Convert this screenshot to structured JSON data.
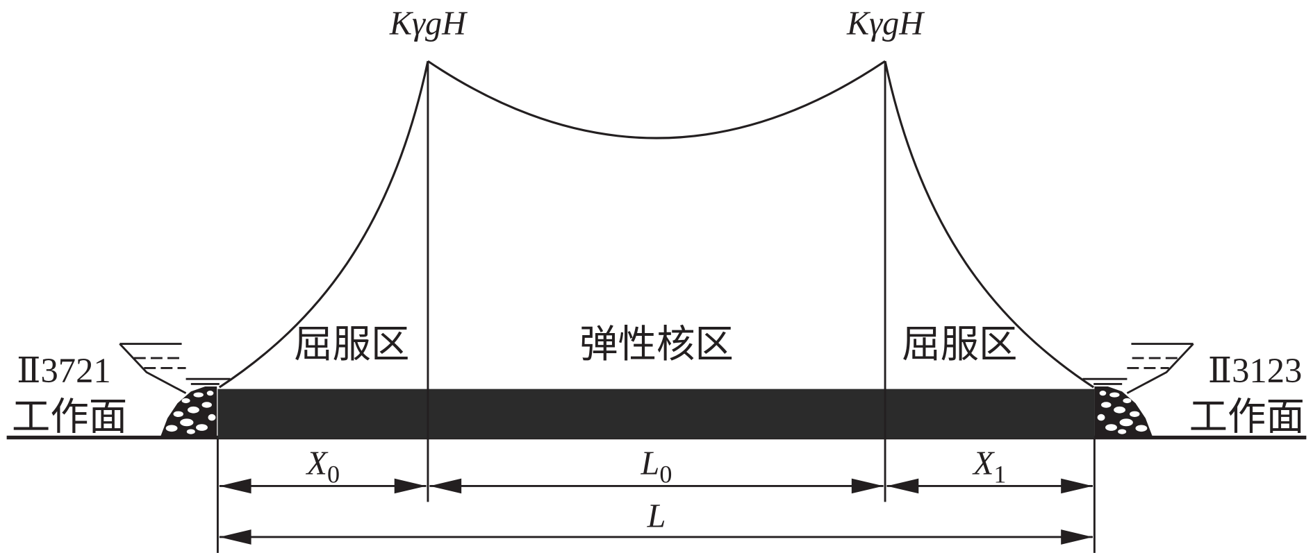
{
  "diagram": {
    "peak_labels": {
      "left": "KγgH",
      "right": "KγgH"
    },
    "zones": {
      "left": "屈服区",
      "center": "弹性核区",
      "right": "屈服区"
    },
    "faces": {
      "left": {
        "id": "Ⅱ3721",
        "name": "工作面"
      },
      "right": {
        "id": "Ⅱ3123",
        "name": "工作面"
      }
    },
    "dimensions": {
      "x0": {
        "symbol": "X",
        "subscript": "0"
      },
      "l0": {
        "symbol": "L",
        "subscript": "0"
      },
      "x1": {
        "symbol": "X",
        "subscript": "1"
      },
      "l": {
        "symbol": "L"
      }
    },
    "colors": {
      "ink": "#231f20",
      "pillar": "#2b2b2b",
      "background": "#ffffff"
    }
  }
}
